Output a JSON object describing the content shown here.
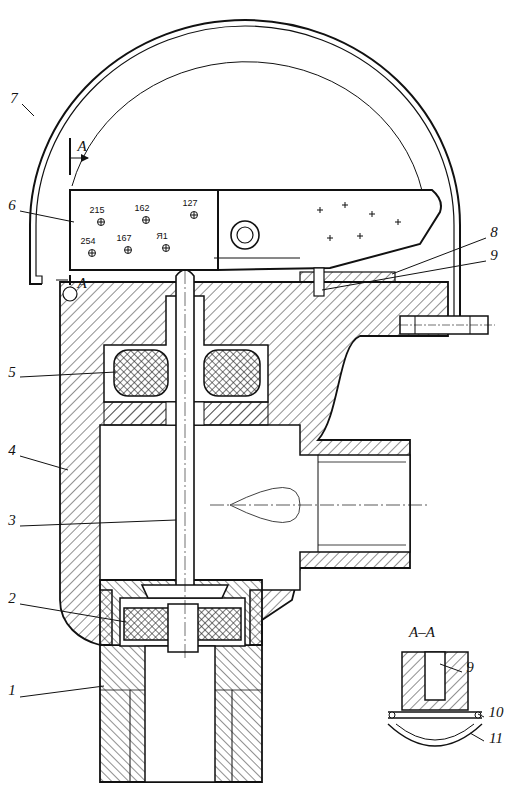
{
  "diagram": {
    "labels": [
      "7",
      "6",
      "5",
      "4",
      "3",
      "2",
      "1",
      "А",
      "А",
      "215",
      "162",
      "127",
      "254",
      "167",
      "Я1",
      "8",
      "9",
      "А–А",
      "9",
      "10",
      "11"
    ]
  }
}
